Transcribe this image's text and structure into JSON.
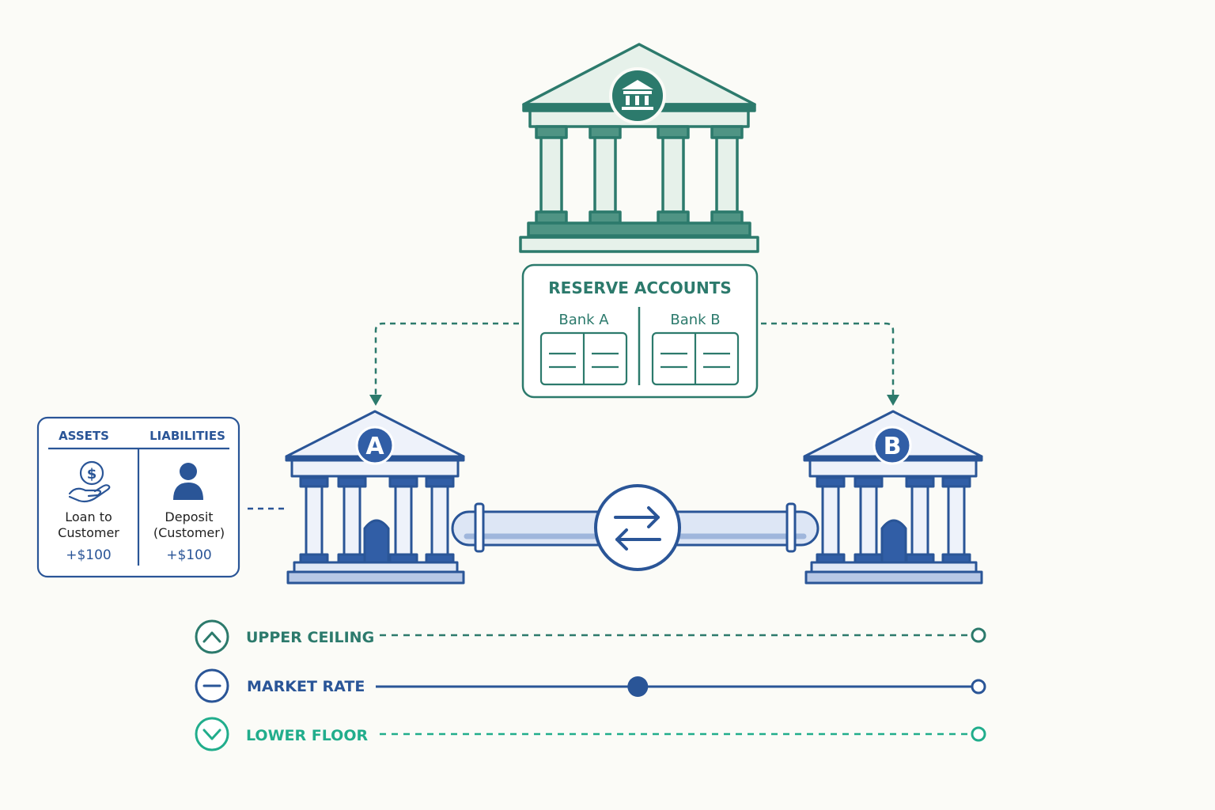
{
  "colors": {
    "background": "#fbfbf7",
    "central_green": "#2c7a6c",
    "central_fill": "#dfeee6",
    "commercial_blue": "#2a5597",
    "commercial_fill": "#e8eef8",
    "commercial_dark": "#315ea6",
    "lower_floor_green": "#21ad8c"
  },
  "central_bank": {
    "icon": "bank-icon"
  },
  "reserve_accounts": {
    "title": "RESERVE ACCOUNTS",
    "bank_a_label": "Bank A",
    "bank_b_label": "Bank B"
  },
  "bank_a": {
    "letter": "A"
  },
  "bank_b": {
    "letter": "B"
  },
  "balance_sheet": {
    "assets_header": "ASSETS",
    "liabilities_header": "LIABILITIES",
    "asset_icon": "hand-coin-icon",
    "asset_line1": "Loan to",
    "asset_line2": "Customer",
    "asset_value": "+$100",
    "liability_icon": "person-icon",
    "liability_line1": "Deposit",
    "liability_line2": "(Customer)",
    "liability_value": "+$100"
  },
  "interbank": {
    "icon": "swap-arrows-icon"
  },
  "rate_corridor": {
    "upper": {
      "label": "UPPER CEILING",
      "icon": "chevron-up-icon"
    },
    "market": {
      "label": "MARKET RATE",
      "icon": "minus-icon",
      "marker_position": 0.44
    },
    "lower": {
      "label": "LOWER FLOOR",
      "icon": "chevron-down-icon"
    }
  }
}
